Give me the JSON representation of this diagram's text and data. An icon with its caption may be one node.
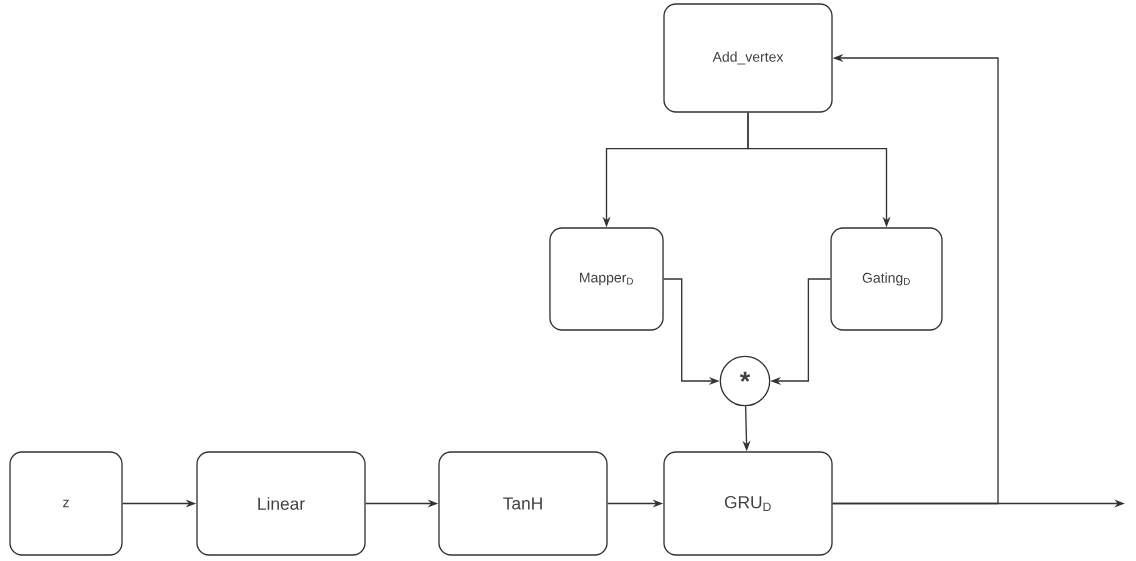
{
  "diagram": {
    "nodes": [
      {
        "text": [
          "Add_vertex"
        ]
      },
      {
        "text": [
          "Mapper$_{D}$"
        ]
      },
      {
        "text": [
          "Gating$_{D}$"
        ]
      },
      {
        "text": [
          "*"
        ]
      },
      {
        "text": [
          "z"
        ]
      },
      {
        "text": [
          "Linear"
        ]
      },
      {
        "text": [
          "TanH"
        ]
      },
      {
        "text": [
          "GRU$_{D}$"
        ]
      }
    ],
    "edges": [
      {
        "from": 0,
        "to": 1,
        "arrow": "to"
      },
      {
        "from": 0,
        "to": 2,
        "arrow": "to"
      },
      {
        "from": 1,
        "to": 3,
        "arrow": "to"
      },
      {
        "from": 2,
        "to": 3,
        "arrow": "to"
      },
      {
        "from": 3,
        "to": 7,
        "arrow": "to"
      },
      {
        "from": 4,
        "to": 5,
        "arrow": "to"
      },
      {
        "from": 5,
        "to": 6,
        "arrow": "to"
      },
      {
        "from": 6,
        "to": 7,
        "arrow": "to"
      },
      {
        "from": 7,
        "to": 0,
        "arrow": "to"
      },
      {
        "from": 7,
        "to": null,
        "arrow": "to"
      }
    ]
  }
}
